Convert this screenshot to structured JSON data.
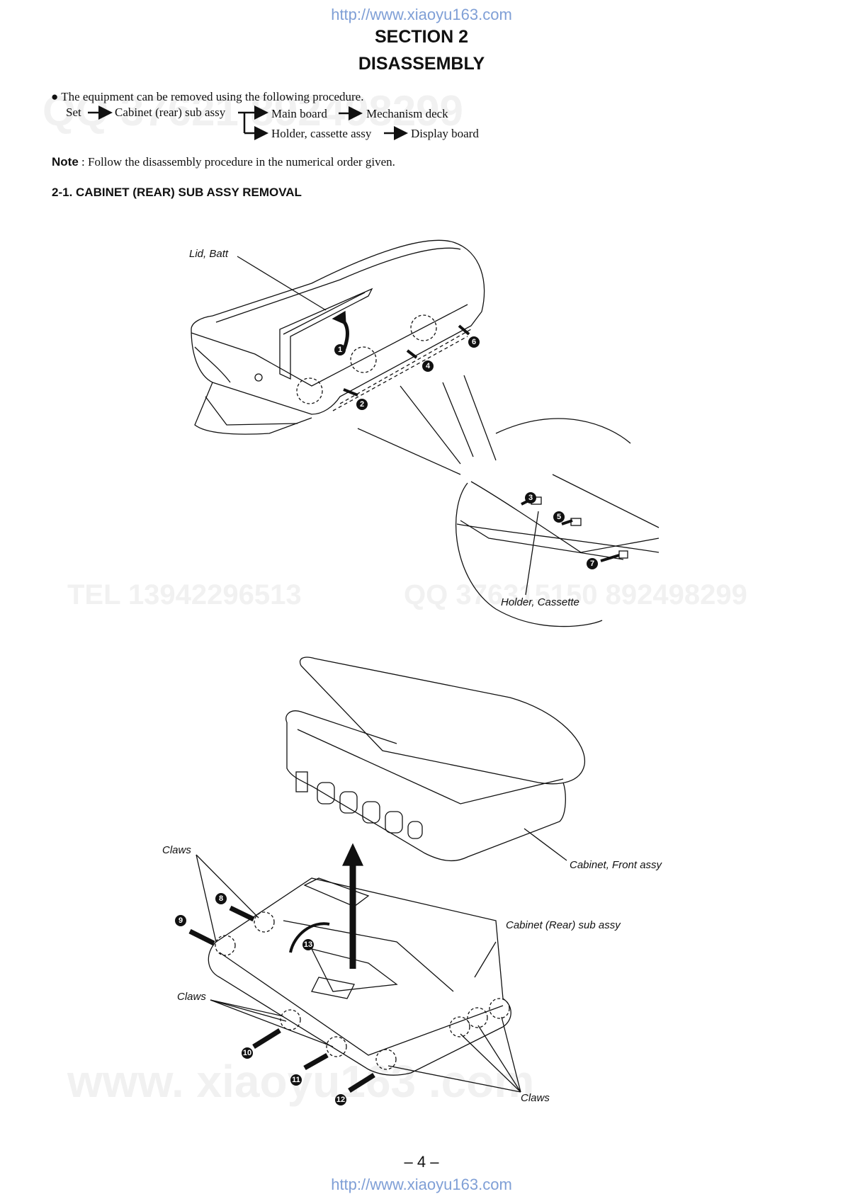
{
  "header": {
    "url": "http://www.xiaoyu163.com"
  },
  "footer": {
    "url": "http://www.xiaoyu163.com",
    "page_number": "– 4 –"
  },
  "section": {
    "line1": "SECTION 2",
    "line2": "DISASSEMBLY"
  },
  "intro": {
    "bullet": "The equipment can be removed using the following procedure.",
    "flow": {
      "set": "Set",
      "cabinet": "Cabinet (rear) sub assy",
      "main_board": "Main board",
      "mechanism_deck": "Mechanism deck",
      "holder": "Holder, cassette assy",
      "display_board": "Display board"
    },
    "note_label": "Note",
    "note_text": ": Follow the disassembly procedure in the numerical order given."
  },
  "subsection": {
    "title": "2-1. CABINET (REAR) SUB ASSY REMOVAL"
  },
  "figure1": {
    "labels": {
      "lid": "Lid, Batt",
      "holder": "Holder, Cassette"
    },
    "steps": [
      "1",
      "2",
      "3",
      "4",
      "5",
      "6",
      "7"
    ]
  },
  "figure2": {
    "labels": {
      "claws_top": "Claws",
      "claws_mid": "Claws",
      "claws_bottom": "Claws",
      "cabinet_front": "Cabinet, Front assy",
      "cabinet_rear": "Cabinet (Rear) sub assy"
    },
    "steps": [
      "8",
      "9",
      "10",
      "11",
      "12",
      "13"
    ]
  },
  "watermarks": {
    "qq_top": "QQ 37621 892498299",
    "tel_mid": "TEL 13942296513",
    "qq_mid": "QQ 376315150 892498299",
    "www_bottom": "www. xiaoyu163 .com"
  }
}
